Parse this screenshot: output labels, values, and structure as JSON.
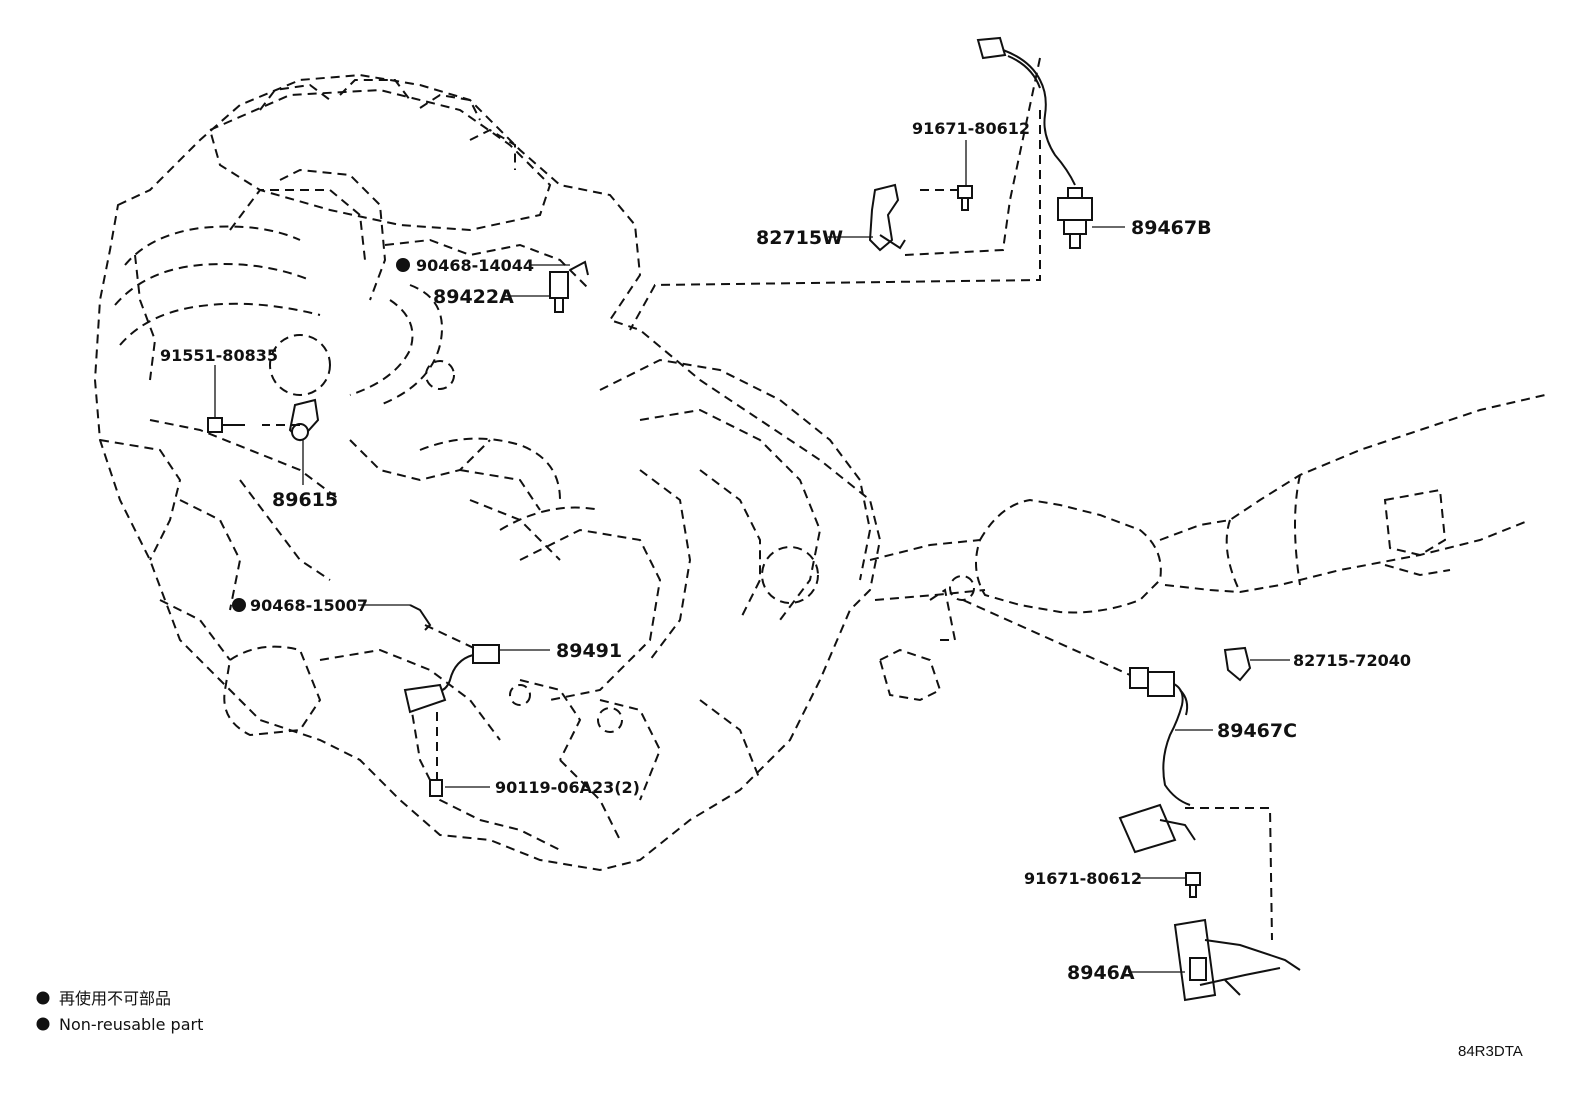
{
  "diagram": {
    "labels": {
      "p91671_top": "91671-80612",
      "p89467B": "89467B",
      "p82715W": "82715W",
      "p90468_14044": "90468-14044",
      "p89422A": "89422A",
      "p91551": "91551-80835",
      "p89615": "89615",
      "p90468_15007": "90468-15007",
      "p89491": "89491",
      "p90119": "90119-06A23(2)",
      "p82715_72040": "82715-72040",
      "p89467C": "89467C",
      "p91671_bottom": "91671-80612",
      "p8946A": "8946A"
    },
    "legend": {
      "line_ja": "再使用不可部品",
      "line_en": "Non-reusable part"
    },
    "diagram_code": "84R3DTA"
  }
}
